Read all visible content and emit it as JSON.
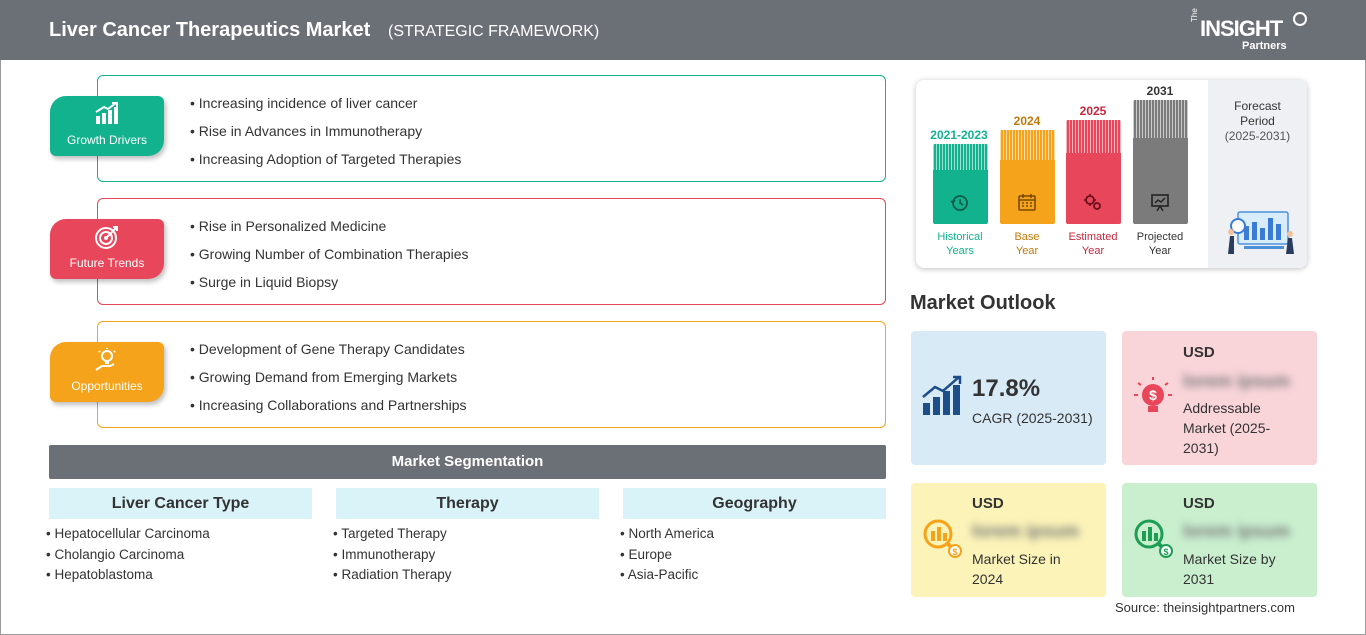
{
  "header": {
    "title": "Liver Cancer Therapeutics Market",
    "subtitle": "(STRATEGIC FRAMEWORK)",
    "logo": {
      "the": "The",
      "insight": "INSIGHT",
      "partners": "Partners"
    }
  },
  "categories": [
    {
      "label": "Growth Drivers",
      "color": "#12b28e",
      "icon": "growth-chart-icon",
      "items": [
        "Increasing incidence of liver cancer",
        "Rise in Advances in Immunotherapy",
        "Increasing Adoption of Targeted Therapies"
      ]
    },
    {
      "label": "Future Trends",
      "color": "#e8465a",
      "icon": "target-icon",
      "items": [
        "Rise in Personalized Medicine",
        "Growing Number of Combination Therapies",
        "Surge in Liquid Biopsy"
      ]
    },
    {
      "label": "Opportunities",
      "color": "#f5a31a",
      "icon": "lightbulb-hand-icon",
      "items": [
        "Development of Gene Therapy Candidates",
        "Growing Demand from Emerging Markets",
        "Increasing Collaborations and Partnerships"
      ]
    }
  ],
  "segmentation": {
    "title": "Market Segmentation",
    "columns": [
      {
        "heading": "Liver Cancer Type",
        "items": [
          "Hepatocellular Carcinoma",
          "Cholangio Carcinoma",
          "Hepatoblastoma"
        ]
      },
      {
        "heading": "Therapy",
        "items": [
          "Targeted Therapy",
          "Immunotherapy",
          "Radiation Therapy"
        ]
      },
      {
        "heading": "Geography",
        "items": [
          "North America",
          "Europe",
          "Asia-Pacific"
        ]
      }
    ]
  },
  "timeline": {
    "periods": [
      {
        "year": "2021-2023",
        "caption_1": "Historical",
        "caption_2": "Years",
        "color": "#12b28e",
        "icon": "history-icon"
      },
      {
        "year": "2024",
        "caption_1": "Base",
        "caption_2": "Year",
        "color": "#f5a31a",
        "icon": "calendar-icon"
      },
      {
        "year": "2025",
        "caption_1": "Estimated",
        "caption_2": "Year",
        "color": "#e8465a",
        "icon": "gears-icon"
      },
      {
        "year": "2031",
        "caption_1": "Projected",
        "caption_2": "Year",
        "color": "#7b7b7b",
        "icon": "presentation-icon"
      }
    ],
    "forecast": {
      "line1": "Forecast",
      "line2": "Period",
      "line3": "(2025-2031)"
    }
  },
  "outlook": {
    "title": "Market Outlook",
    "cagr": {
      "value": "17.8%",
      "label": "CAGR (2025-2031)",
      "color": "#d7eaf5"
    },
    "addressable": {
      "currency": "USD",
      "value": "lorem ipsum",
      "line1": "Addressable",
      "line2": "Market (2025-",
      "line3": "2031)",
      "color": "#f9d5da"
    },
    "size_2024": {
      "currency": "USD",
      "value": "lorem ipsum",
      "line1": "Market Size in",
      "line2": "2024",
      "color": "#fbf3b8"
    },
    "size_2031": {
      "currency": "USD",
      "value": "lorem ipsum",
      "line1": "Market Size by",
      "line2": "2031",
      "color": "#c9efcf"
    }
  },
  "source": "Source: theinsightpartners.com"
}
